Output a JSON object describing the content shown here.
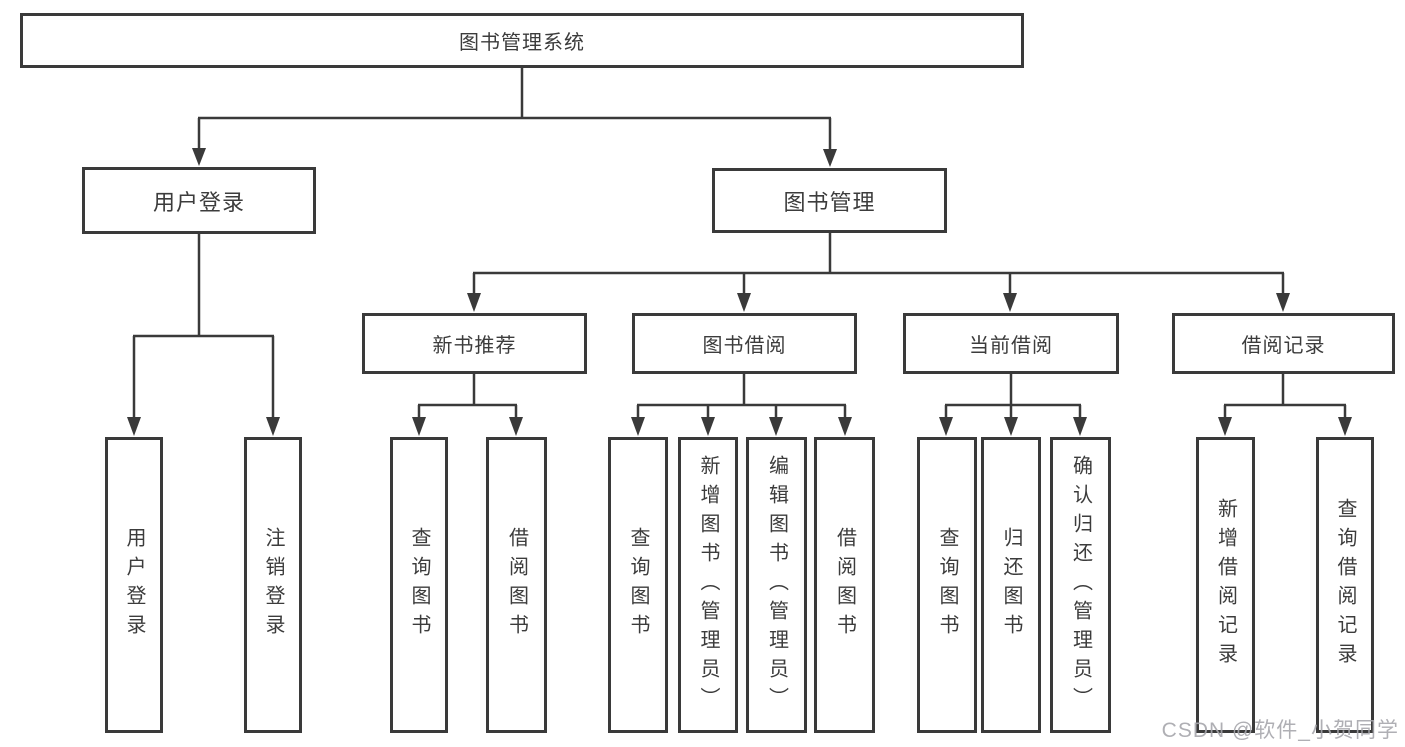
{
  "diagram_title": "图书管理系统",
  "nodes": {
    "root": "图书管理系统",
    "user_login_branch": "用户登录",
    "book_mgmt_branch": "图书管理",
    "new_book_rec": "新书推荐",
    "book_borrow": "图书借阅",
    "current_borrow": "当前借阅",
    "borrow_records": "借阅记录",
    "leaf_user_login": "用户登录",
    "leaf_logout": "注销登录",
    "leaf_query_book_rec": "查询图书",
    "leaf_borrow_book_rec": "借阅图书",
    "leaf_query_book_borrow": "查询图书",
    "leaf_add_book_admin": "新增图书（管理员）",
    "leaf_edit_book_admin": "编辑图书（管理员）",
    "leaf_borrow_book_borrow": "借阅图书",
    "leaf_query_book_current": "查询图书",
    "leaf_return_book": "归还图书",
    "leaf_confirm_return_admin": "确认归还（管理员）",
    "leaf_add_borrow_record": "新增借阅记录",
    "leaf_query_borrow_record": "查询借阅记录"
  },
  "watermark": "CSDN @软件_小贺同学",
  "colors": {
    "line": "#3a3a3a",
    "text": "#3c3c3c",
    "background": "#ffffff",
    "watermark": "#a6a6ac"
  }
}
